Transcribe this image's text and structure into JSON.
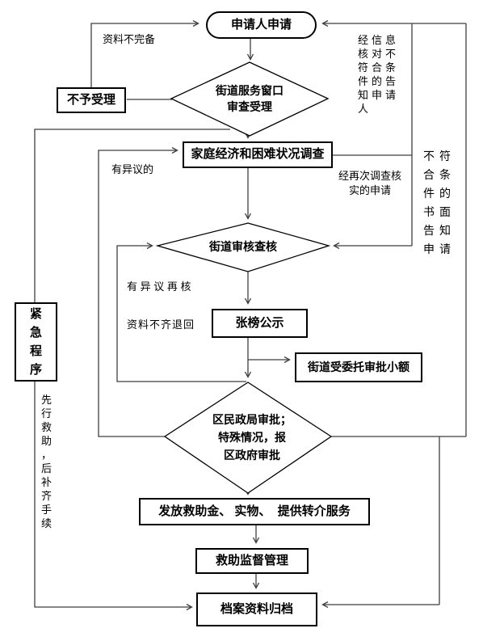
{
  "flowchart": {
    "nodes": {
      "applicant": "申请人申请",
      "not_accepted": "不予受理",
      "window_review_line1": "街道服务窗口",
      "window_review_line2": "审查受理",
      "family_survey": "家庭经济和困难状况调查",
      "street_check": "街道审核查核",
      "public_notice": "张榜公示",
      "delegated_small_approval": "街道受委托审批小额",
      "district_approval_line1": "区民政局审批；",
      "district_approval_line2": "特殊情况，报",
      "district_approval_line3": "区政府审批",
      "grant_aid": "发放救助金、 实物、  提供转介服务",
      "aid_supervision": "救助监督管理",
      "archive": "档案资料归档",
      "emergency_procedure": "紧急程序"
    },
    "edge_labels": {
      "materials_incomplete": "资料不完备",
      "info_check_notify_applicant": "经信息核对不符合条件的告知申请人",
      "written_notice_not_eligible": "不符合条件的书面告知申请",
      "has_objection": "有异议的",
      "reverified_application": "经再次调查核实的申请",
      "objection_recheck": "有 异 议 再 核",
      "materials_incomplete_return": "资料不齐退回",
      "aid_first_formalities_later": "先行救助，后补齐手续"
    },
    "colors": {
      "connector": "#3f3f3f",
      "shape_border": "#000000",
      "background": "#ffffff",
      "text": "#000000"
    }
  }
}
